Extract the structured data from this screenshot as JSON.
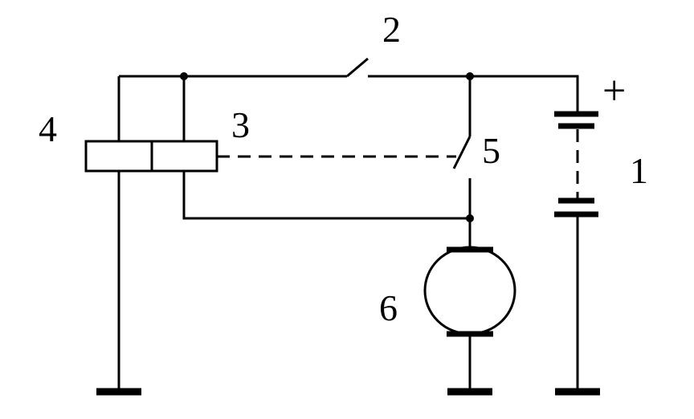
{
  "labels": {
    "battery": "1",
    "main_switch": "2",
    "relay_coil_3": "3",
    "relay_coil_4": "4",
    "relay_contact": "5",
    "motor": "6",
    "plus_sign": "+"
  }
}
